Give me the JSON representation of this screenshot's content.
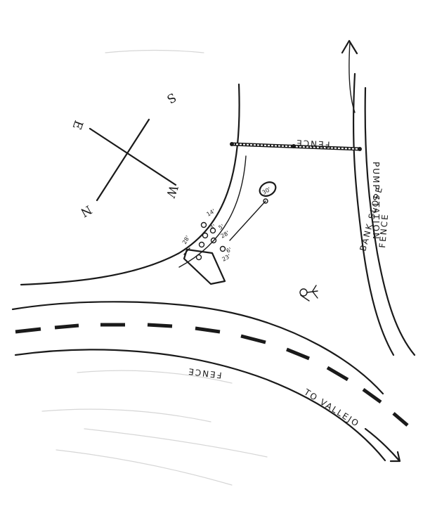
{
  "compass": {
    "north": "N",
    "south": "S",
    "east": "E",
    "west": "W"
  },
  "labels": {
    "pump_station": "PUMP STATION",
    "fence_top": "FENCE",
    "bank_slope": "BANK SLOPE",
    "fence_right": "FENCE",
    "fence_bottom": "FENCE",
    "to_vallejo": "TO VALLEJO"
  },
  "measurements": {
    "m1": "14'",
    "m2": "4'",
    "m3": "5'",
    "m4": "28'",
    "m5": "6'",
    "m6": "23'",
    "m7": "28'",
    "m8": "30'"
  },
  "colors": {
    "ink": "#1a1a1a",
    "paper": "#ffffff"
  }
}
